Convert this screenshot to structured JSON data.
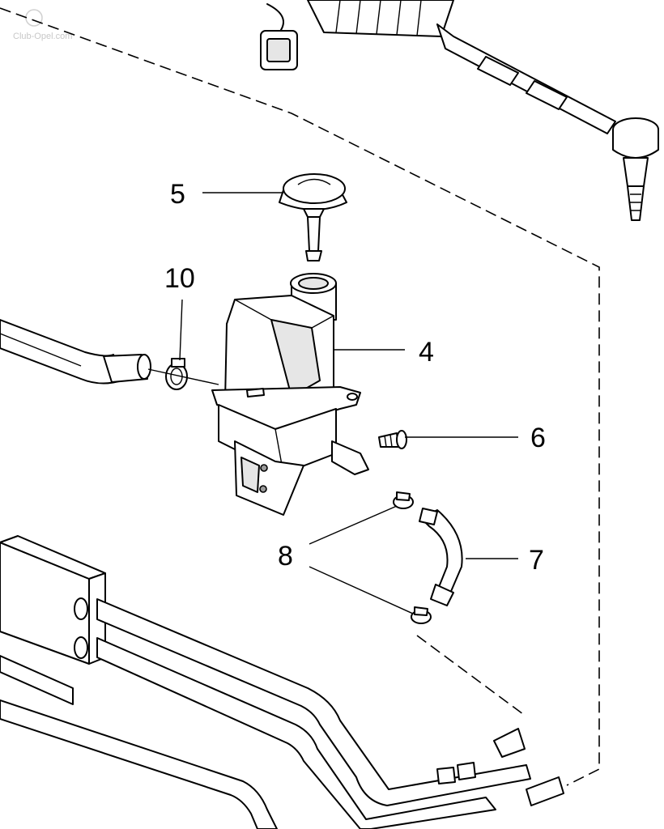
{
  "watermark": "Club-Opel.com",
  "callouts": [
    {
      "id": "5",
      "label": "5"
    },
    {
      "id": "10",
      "label": "10"
    },
    {
      "id": "4",
      "label": "4"
    },
    {
      "id": "6",
      "label": "6"
    },
    {
      "id": "8",
      "label": "8"
    },
    {
      "id": "7",
      "label": "7"
    }
  ]
}
